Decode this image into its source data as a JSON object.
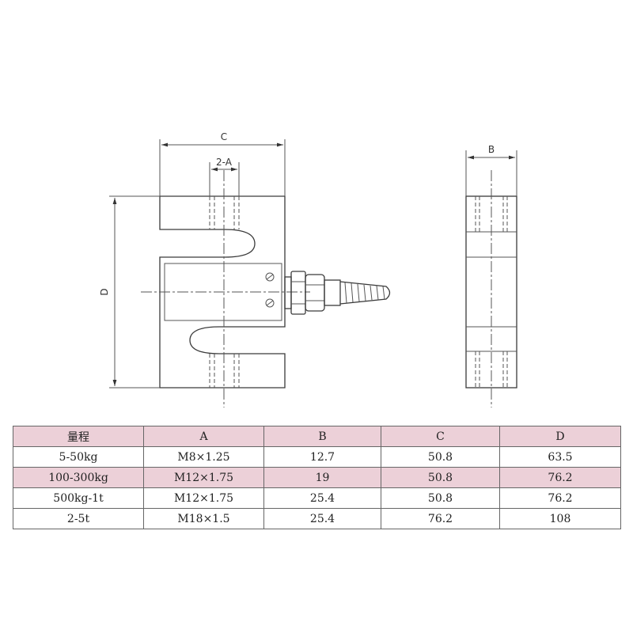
{
  "drawing": {
    "front_view_labels": {
      "width": "C",
      "hole": "2-A",
      "height": "D"
    },
    "side_view_labels": {
      "thickness": "B"
    }
  },
  "table": {
    "headers": [
      "量程",
      "A",
      "B",
      "C",
      "D"
    ],
    "rows": [
      [
        "5-50kg",
        "M8×1.25",
        "12.7",
        "50.8",
        "63.5"
      ],
      [
        "100-300kg",
        "M12×1.75",
        "19",
        "50.8",
        "76.2"
      ],
      [
        "500kg-1t",
        "M12×1.75",
        "25.4",
        "50.8",
        "76.2"
      ],
      [
        "2-5t",
        "M18×1.5",
        "25.4",
        "76.2",
        "108"
      ]
    ]
  },
  "colors": {
    "header_fill": "#ecd0d8",
    "line": "#3a3a3a"
  }
}
